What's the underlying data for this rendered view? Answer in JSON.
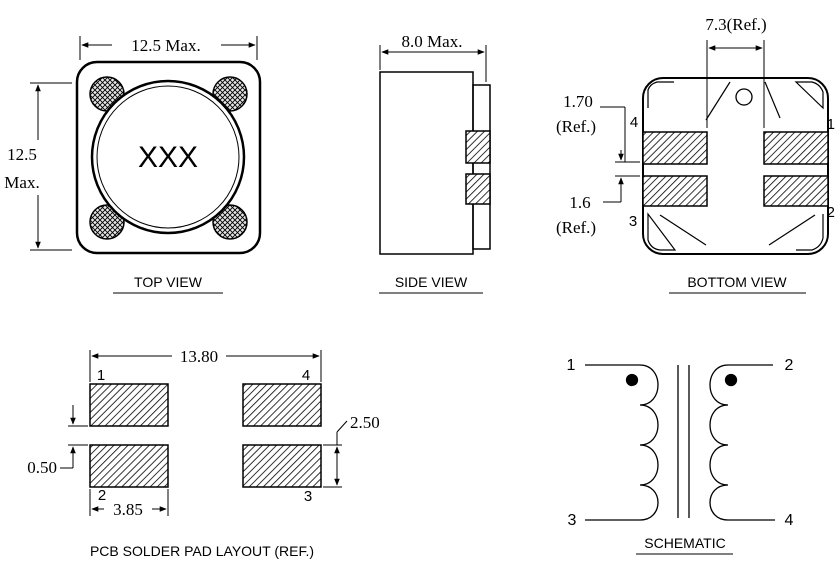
{
  "top_view": {
    "width_dim": "12.5 Max.",
    "height_dim_line1": "12.5",
    "height_dim_line2": "Max.",
    "marking": "XXX",
    "caption": "TOP VIEW"
  },
  "side_view": {
    "thickness_dim": "8.0 Max.",
    "caption": "SIDE VIEW"
  },
  "bottom_view": {
    "pitch_dim": "7.3(Ref.)",
    "pad_height_dim_line1": "1.70",
    "pad_height_dim_line2": "(Ref.)",
    "pad_gap_dim_line1": "1.6",
    "pad_gap_dim_line2": "(Ref.)",
    "pin_labels": [
      "4",
      "1",
      "3",
      "2"
    ],
    "caption": "BOTTOM VIEW"
  },
  "pcb_layout": {
    "overall_width_dim": "13.80",
    "pad_height_dim": "2.50",
    "pad_gap_dim": "0.50",
    "pad_width_dim": "3.85",
    "pin_labels": [
      "1",
      "4",
      "2",
      "3"
    ],
    "caption": "PCB SOLDER PAD LAYOUT (REF.)"
  },
  "schematic": {
    "pin_labels": [
      "1",
      "2",
      "3",
      "4"
    ],
    "caption": "SCHEMATIC"
  },
  "colors": {
    "ink": "#000000",
    "paper": "#ffffff",
    "hatch_bg": "#d8d8d8"
  }
}
